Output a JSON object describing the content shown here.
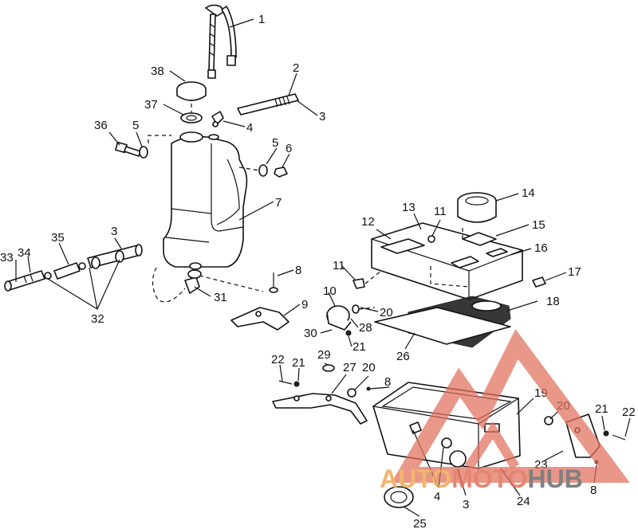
{
  "diagram": {
    "callouts": [
      {
        "label": "1"
      },
      {
        "label": "2"
      },
      {
        "label": "3"
      },
      {
        "label": "38"
      },
      {
        "label": "37"
      },
      {
        "label": "4"
      },
      {
        "label": "36"
      },
      {
        "label": "5"
      },
      {
        "label": "5"
      },
      {
        "label": "6"
      },
      {
        "label": "7"
      },
      {
        "label": "35"
      },
      {
        "label": "3"
      },
      {
        "label": "33"
      },
      {
        "label": "34"
      },
      {
        "label": "32"
      },
      {
        "label": "8"
      },
      {
        "label": "31"
      },
      {
        "label": "9"
      },
      {
        "label": "11"
      },
      {
        "label": "10"
      },
      {
        "label": "20"
      },
      {
        "label": "28"
      },
      {
        "label": "30"
      },
      {
        "label": "21"
      },
      {
        "label": "12"
      },
      {
        "label": "13"
      },
      {
        "label": "11"
      },
      {
        "label": "14"
      },
      {
        "label": "15"
      },
      {
        "label": "16"
      },
      {
        "label": "17"
      },
      {
        "label": "18"
      },
      {
        "label": "26"
      },
      {
        "label": "22"
      },
      {
        "label": "21"
      },
      {
        "label": "29"
      },
      {
        "label": "27"
      },
      {
        "label": "20"
      },
      {
        "label": "8"
      },
      {
        "label": "19"
      },
      {
        "label": "20"
      },
      {
        "label": "21"
      },
      {
        "label": "22"
      },
      {
        "label": "23"
      },
      {
        "label": "8"
      },
      {
        "label": "4"
      },
      {
        "label": "3"
      },
      {
        "label": "24"
      },
      {
        "label": "25"
      }
    ]
  },
  "watermark": {
    "part1": "AUTO",
    "part2": "MOTO",
    "part3": "HUB",
    "colors": {
      "auto": "#f0a955",
      "moto": "#e0705c",
      "hub": "#6a6a6a"
    }
  }
}
